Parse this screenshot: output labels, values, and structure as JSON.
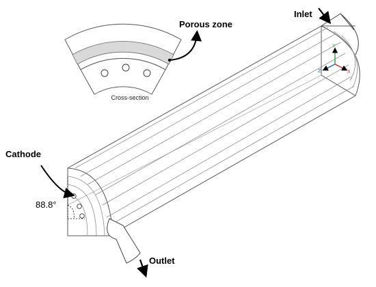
{
  "labels": {
    "inlet": "Inlet",
    "outlet": "Outlet",
    "porous_zone": "Porous zone",
    "cathode": "Cathode",
    "cross_section": "Cross-section",
    "angle": "88.8°"
  },
  "axis_triad": {
    "y": "Y",
    "z": "Z",
    "x": "X",
    "y_color": "#2f9e44",
    "z_color": "#1f5fbf",
    "x_color": "#d62828"
  },
  "colors": {
    "line": "#9a9a9a",
    "outline": "#555555",
    "porous_fill": "#d9d9d9",
    "arrow": "#000000"
  },
  "icons": {
    "inlet_arrow": "arrow-down-right-icon",
    "outlet_arrow": "arrow-down-right-icon",
    "callout": "curved-arrow-icon"
  }
}
